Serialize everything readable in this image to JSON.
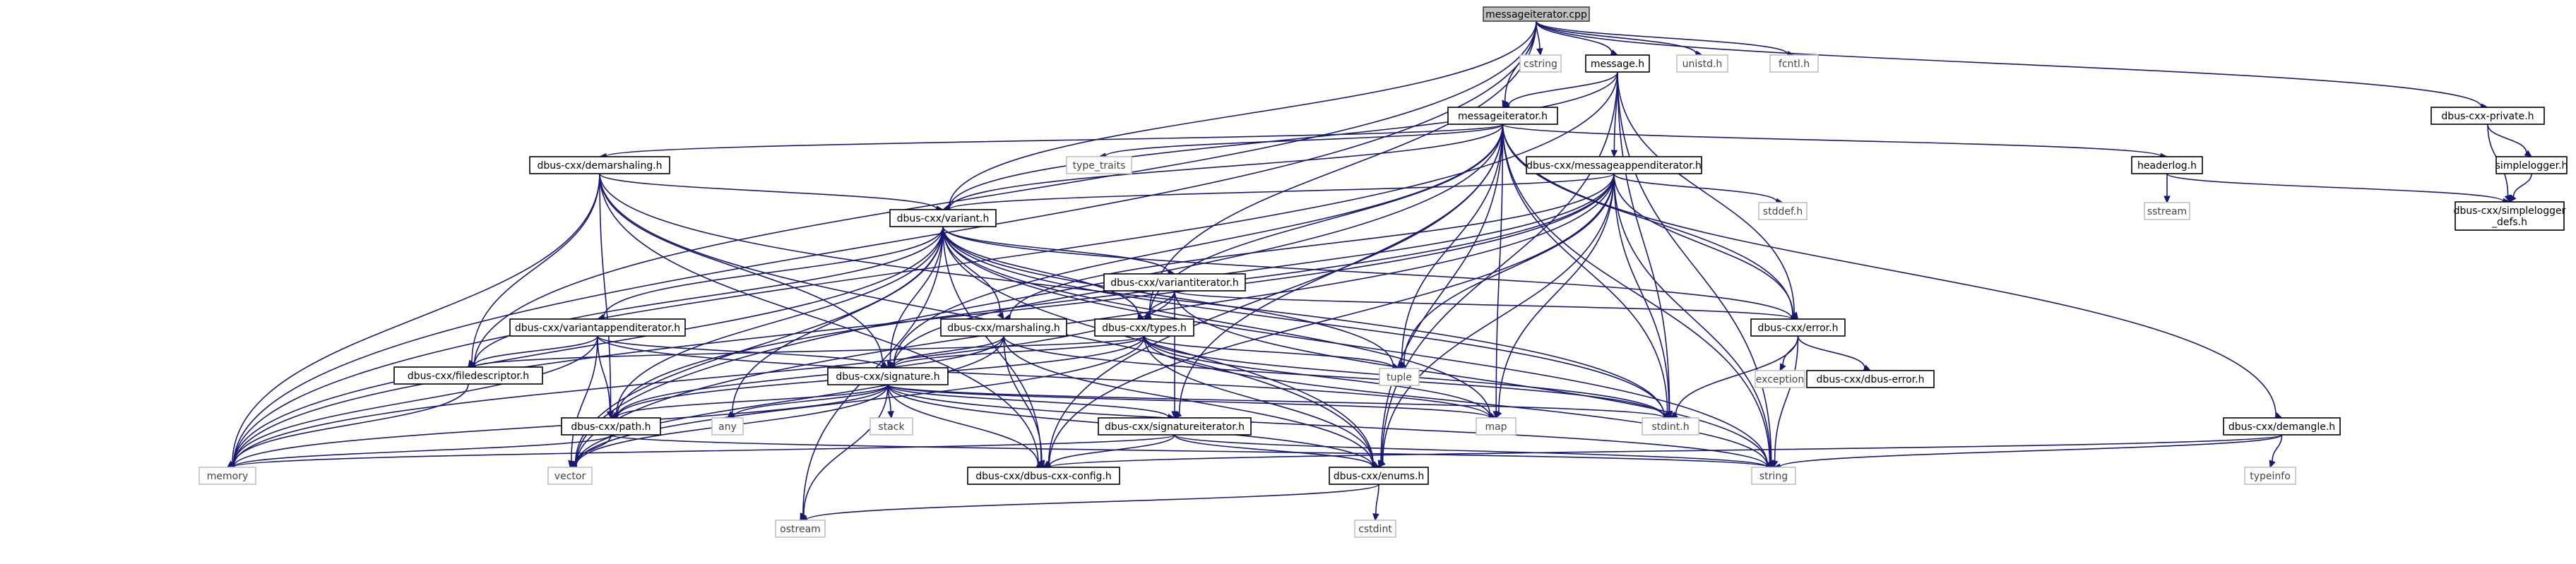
{
  "colors": {
    "edge": "#191970",
    "root_fill": "#bfbfbf",
    "root_stroke": "#404040",
    "node_fill": "#ffffff",
    "node_stroke": "#000000",
    "system_stroke": "#bfbfbf",
    "text": "#000000",
    "system_text": "#444444"
  },
  "nodes": [
    {
      "id": "root",
      "label": "messageiterator.cpp",
      "kind": "root"
    },
    {
      "id": "cstring",
      "label": "cstring",
      "kind": "system"
    },
    {
      "id": "unistd",
      "label": "unistd.h",
      "kind": "system"
    },
    {
      "id": "fcntl",
      "label": "fcntl.h",
      "kind": "system"
    },
    {
      "id": "message_h",
      "label": "message.h",
      "kind": "file"
    },
    {
      "id": "messageiterator_h",
      "label": "messageiterator.h",
      "kind": "file"
    },
    {
      "id": "private_h",
      "label": "dbus-cxx-private.h",
      "kind": "file"
    },
    {
      "id": "simplelogger_h",
      "label": "simplelogger.h",
      "kind": "file"
    },
    {
      "id": "simplelogger_defs",
      "label": "dbus-cxx/simplelogger\n_defs.h",
      "kind": "file"
    },
    {
      "id": "headerlog",
      "label": "headerlog.h",
      "kind": "file"
    },
    {
      "id": "sstream",
      "label": "sstream",
      "kind": "system"
    },
    {
      "id": "type_traits",
      "label": "type_traits",
      "kind": "system"
    },
    {
      "id": "demarshaling",
      "label": "dbus-cxx/demarshaling.h",
      "kind": "file"
    },
    {
      "id": "msgappenditer",
      "label": "dbus-cxx/messageappenditerator.h",
      "kind": "file"
    },
    {
      "id": "stddef",
      "label": "stddef.h",
      "kind": "system"
    },
    {
      "id": "variant",
      "label": "dbus-cxx/variant.h",
      "kind": "file"
    },
    {
      "id": "variantiter",
      "label": "dbus-cxx/variantiterator.h",
      "kind": "file"
    },
    {
      "id": "varappenditer",
      "label": "dbus-cxx/variantappenditerator.h",
      "kind": "file"
    },
    {
      "id": "marshaling",
      "label": "dbus-cxx/marshaling.h",
      "kind": "file"
    },
    {
      "id": "types_h",
      "label": "dbus-cxx/types.h",
      "kind": "file"
    },
    {
      "id": "error_h",
      "label": "dbus-cxx/error.h",
      "kind": "file"
    },
    {
      "id": "exception",
      "label": "exception",
      "kind": "system"
    },
    {
      "id": "dbus_error",
      "label": "dbus-cxx/dbus-error.h",
      "kind": "file"
    },
    {
      "id": "filedesc",
      "label": "dbus-cxx/filedescriptor.h",
      "kind": "file"
    },
    {
      "id": "tuple",
      "label": "tuple",
      "kind": "system"
    },
    {
      "id": "signature",
      "label": "dbus-cxx/signature.h",
      "kind": "file"
    },
    {
      "id": "path_h",
      "label": "dbus-cxx/path.h",
      "kind": "file"
    },
    {
      "id": "any",
      "label": "any",
      "kind": "system"
    },
    {
      "id": "stack",
      "label": "stack",
      "kind": "system"
    },
    {
      "id": "sigiter",
      "label": "dbus-cxx/signatureiterator.h",
      "kind": "file"
    },
    {
      "id": "map",
      "label": "map",
      "kind": "system"
    },
    {
      "id": "stdint",
      "label": "stdint.h",
      "kind": "system"
    },
    {
      "id": "demangle",
      "label": "dbus-cxx/demangle.h",
      "kind": "file"
    },
    {
      "id": "typeinfo",
      "label": "typeinfo",
      "kind": "system"
    },
    {
      "id": "memory",
      "label": "memory",
      "kind": "system"
    },
    {
      "id": "vector",
      "label": "vector",
      "kind": "system"
    },
    {
      "id": "config",
      "label": "dbus-cxx/dbus-cxx-config.h",
      "kind": "file"
    },
    {
      "id": "enums",
      "label": "dbus-cxx/enums.h",
      "kind": "file"
    },
    {
      "id": "string",
      "label": "string",
      "kind": "system"
    },
    {
      "id": "ostream",
      "label": "ostream",
      "kind": "system"
    },
    {
      "id": "cstdint",
      "label": "cstdint",
      "kind": "system"
    }
  ],
  "edges": [
    [
      "root",
      "cstring"
    ],
    [
      "root",
      "unistd"
    ],
    [
      "root",
      "fcntl"
    ],
    [
      "root",
      "message_h"
    ],
    [
      "root",
      "messageiterator_h"
    ],
    [
      "root",
      "private_h"
    ],
    [
      "root",
      "variant"
    ],
    [
      "root",
      "types_h"
    ],
    [
      "root",
      "filedesc"
    ],
    [
      "root",
      "memory"
    ],
    [
      "message_h",
      "messageiterator_h"
    ],
    [
      "message_h",
      "msgappenditer"
    ],
    [
      "message_h",
      "variant"
    ],
    [
      "message_h",
      "error_h"
    ],
    [
      "message_h",
      "stdint"
    ],
    [
      "message_h",
      "string"
    ],
    [
      "message_h",
      "memory"
    ],
    [
      "message_h",
      "enums"
    ],
    [
      "messageiterator_h",
      "type_traits"
    ],
    [
      "messageiterator_h",
      "demarshaling"
    ],
    [
      "messageiterator_h",
      "variant"
    ],
    [
      "messageiterator_h",
      "headerlog"
    ],
    [
      "messageiterator_h",
      "demangle"
    ],
    [
      "messageiterator_h",
      "types_h"
    ],
    [
      "messageiterator_h",
      "signature"
    ],
    [
      "messageiterator_h",
      "sigiter"
    ],
    [
      "messageiterator_h",
      "tuple"
    ],
    [
      "messageiterator_h",
      "map"
    ],
    [
      "messageiterator_h",
      "stdint"
    ],
    [
      "messageiterator_h",
      "string"
    ],
    [
      "messageiterator_h",
      "enums"
    ],
    [
      "messageiterator_h",
      "error_h"
    ],
    [
      "messageiterator_h",
      "config"
    ],
    [
      "messageiterator_h",
      "vector"
    ],
    [
      "private_h",
      "simplelogger_h"
    ],
    [
      "private_h",
      "simplelogger_defs"
    ],
    [
      "simplelogger_h",
      "simplelogger_defs"
    ],
    [
      "headerlog",
      "sstream"
    ],
    [
      "headerlog",
      "simplelogger_defs"
    ],
    [
      "demarshaling",
      "variant"
    ],
    [
      "demarshaling",
      "signature"
    ],
    [
      "demarshaling",
      "path_h"
    ],
    [
      "demarshaling",
      "filedesc"
    ],
    [
      "demarshaling",
      "memory"
    ],
    [
      "demarshaling",
      "stdint"
    ],
    [
      "demarshaling",
      "enums"
    ],
    [
      "demarshaling",
      "config"
    ],
    [
      "msgappenditer",
      "variant"
    ],
    [
      "msgappenditer",
      "marshaling"
    ],
    [
      "msgappenditer",
      "signature"
    ],
    [
      "msgappenditer",
      "error_h"
    ],
    [
      "msgappenditer",
      "path_h"
    ],
    [
      "msgappenditer",
      "stddef"
    ],
    [
      "msgappenditer",
      "tuple"
    ],
    [
      "msgappenditer",
      "map"
    ],
    [
      "msgappenditer",
      "stdint"
    ],
    [
      "msgappenditer",
      "string"
    ],
    [
      "msgappenditer",
      "enums"
    ],
    [
      "msgappenditer",
      "memory"
    ],
    [
      "msgappenditer",
      "vector"
    ],
    [
      "msgappenditer",
      "config"
    ],
    [
      "variant",
      "variantiter"
    ],
    [
      "variant",
      "varappenditer"
    ],
    [
      "variant",
      "marshaling"
    ],
    [
      "variant",
      "types_h"
    ],
    [
      "variant",
      "signature"
    ],
    [
      "variant",
      "path_h"
    ],
    [
      "variant",
      "error_h"
    ],
    [
      "variant",
      "any"
    ],
    [
      "variant",
      "tuple"
    ],
    [
      "variant",
      "map"
    ],
    [
      "variant",
      "stdint"
    ],
    [
      "variant",
      "string"
    ],
    [
      "variant",
      "vector"
    ],
    [
      "variant",
      "memory"
    ],
    [
      "variant",
      "ostream"
    ],
    [
      "variant",
      "enums"
    ],
    [
      "variant",
      "config"
    ],
    [
      "variant",
      "filedesc"
    ],
    [
      "variantiter",
      "types_h"
    ],
    [
      "variantiter",
      "sigiter"
    ],
    [
      "variantiter",
      "error_h"
    ],
    [
      "variantiter",
      "memory"
    ],
    [
      "variantiter",
      "string"
    ],
    [
      "varappenditer",
      "signature"
    ],
    [
      "varappenditer",
      "filedesc"
    ],
    [
      "varappenditer",
      "path_h"
    ],
    [
      "varappenditer",
      "vector"
    ],
    [
      "varappenditer",
      "memory"
    ],
    [
      "varappenditer",
      "map"
    ],
    [
      "marshaling",
      "signature"
    ],
    [
      "marshaling",
      "path_h"
    ],
    [
      "marshaling",
      "config"
    ],
    [
      "marshaling",
      "enums"
    ],
    [
      "marshaling",
      "stdint"
    ],
    [
      "marshaling",
      "vector"
    ],
    [
      "types_h",
      "signature"
    ],
    [
      "types_h",
      "path_h"
    ],
    [
      "types_h",
      "filedesc"
    ],
    [
      "types_h",
      "enums"
    ],
    [
      "types_h",
      "tuple"
    ],
    [
      "types_h",
      "map"
    ],
    [
      "types_h",
      "stdint"
    ],
    [
      "types_h",
      "string"
    ],
    [
      "types_h",
      "vector"
    ],
    [
      "error_h",
      "exception"
    ],
    [
      "error_h",
      "dbus_error"
    ],
    [
      "error_h",
      "string"
    ],
    [
      "error_h",
      "stdint"
    ],
    [
      "filedesc",
      "memory"
    ],
    [
      "signature",
      "path_h"
    ],
    [
      "signature",
      "sigiter"
    ],
    [
      "signature",
      "any"
    ],
    [
      "signature",
      "stack"
    ],
    [
      "signature",
      "map"
    ],
    [
      "signature",
      "stdint"
    ],
    [
      "signature",
      "string"
    ],
    [
      "signature",
      "vector"
    ],
    [
      "signature",
      "memory"
    ],
    [
      "signature",
      "ostream"
    ],
    [
      "signature",
      "enums"
    ],
    [
      "signature",
      "config"
    ],
    [
      "path_h",
      "vector"
    ],
    [
      "path_h",
      "string"
    ],
    [
      "path_h",
      "memory"
    ],
    [
      "sigiter",
      "enums"
    ],
    [
      "sigiter",
      "config"
    ],
    [
      "sigiter",
      "string"
    ],
    [
      "sigiter",
      "memory"
    ],
    [
      "demangle",
      "typeinfo"
    ],
    [
      "demangle",
      "string"
    ],
    [
      "demangle",
      "config"
    ],
    [
      "enums",
      "ostream"
    ],
    [
      "enums",
      "cstdint"
    ]
  ]
}
